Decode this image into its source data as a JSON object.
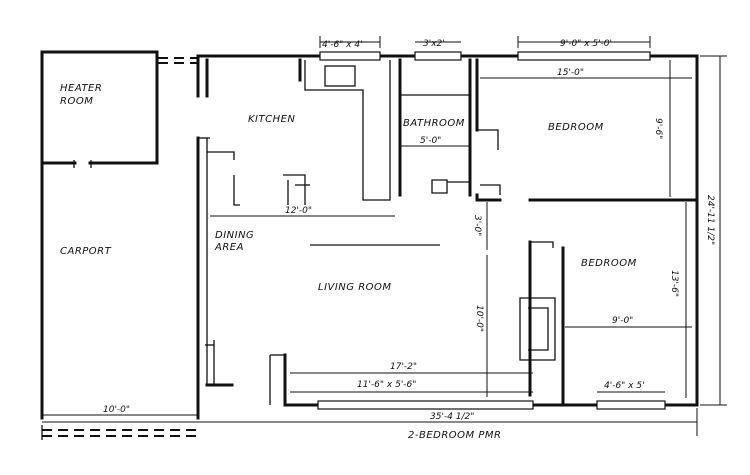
{
  "rooms": {
    "heater_room_line1": "HEATER",
    "heater_room_line2": "ROOM",
    "kitchen": "KITCHEN",
    "bathroom": "BATHROOM",
    "bedroom_1": "BEDROOM",
    "bedroom_2": "BEDROOM",
    "dining_line1": "DINING",
    "dining_line2": "AREA",
    "living_room": "LIVING ROOM",
    "carport": "CARPORT"
  },
  "dimensions": {
    "kitchen_window": "4'-6\" x 4'",
    "bath_window": "3'x2'",
    "bedroom_window_top": "9'-0\" x 5'-0'",
    "bedroom1_width": "15'-0\"",
    "bedroom1_depth": "9'-6\"",
    "bath_width": "5'-0\"",
    "kitchen_length": "12'-0\"",
    "hall_depth": "3'-0\"",
    "overall_depth": "24'-11 1/2\"",
    "bedroom2_depth": "13'-6\"",
    "living_depth": "10'-0\"",
    "bedroom2_width": "9'-0\"",
    "living_length": "17'-2\"",
    "living_window": "11'-6\" x 5'-6\"",
    "bedroom2_window": "4'-6\" x 5'",
    "carport_width": "10'-0\"",
    "overall_width": "35'-4 1/2\""
  },
  "caption": "2-BEDROOM PMR"
}
